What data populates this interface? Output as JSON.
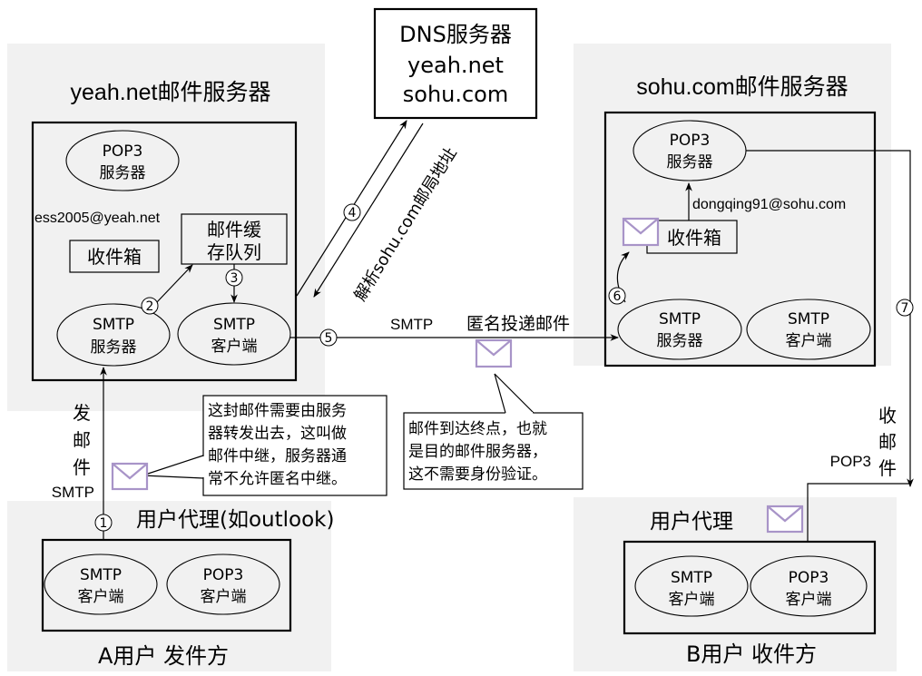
{
  "colors": {
    "zone_background": "#f1f1f1",
    "envelope_stroke": "#a894c8",
    "line": "#000000"
  },
  "dns_server": {
    "title": "DNS服务器",
    "entries": [
      "yeah.net",
      "sohu.com"
    ]
  },
  "sender_server": {
    "title": "yeah.net邮件服务器",
    "pop3_server": {
      "line1": "POP3",
      "line2": "服务器"
    },
    "mailbox_address": "ess2005@yeah.net",
    "inbox_label": "收件箱",
    "queue": {
      "line1": "邮件缓",
      "line2": "存队列"
    },
    "smtp_server": {
      "line1": "SMTP",
      "line2": "服务器"
    },
    "smtp_client": {
      "line1": "SMTP",
      "line2": "客户端"
    }
  },
  "receiver_server": {
    "title": "sohu.com邮件服务器",
    "pop3_server": {
      "line1": "POP3",
      "line2": "服务器"
    },
    "mailbox_address": "dongqing91@sohu.com",
    "inbox_label": "收件箱",
    "smtp_server": {
      "line1": "SMTP",
      "line2": "服务器"
    },
    "smtp_client": {
      "line1": "SMTP",
      "line2": "客户端"
    }
  },
  "sender_agent": {
    "title": "用户代理(如outlook)",
    "caption": "A用户 发件方",
    "smtp_client": {
      "line1": "SMTP",
      "line2": "客户端"
    },
    "pop3_client": {
      "line1": "POP3",
      "line2": "客户端"
    }
  },
  "receiver_agent": {
    "title": "用户代理",
    "caption": "B用户 收件方",
    "smtp_client": {
      "line1": "SMTP",
      "line2": "客户端"
    },
    "pop3_client": {
      "line1": "POP3",
      "line2": "客户端"
    }
  },
  "steps": [
    "1",
    "2",
    "3",
    "4",
    "5",
    "6",
    "7"
  ],
  "labels": {
    "send_mail_chars": [
      "发",
      "邮",
      "件"
    ],
    "send_protocol": "SMTP",
    "dns_resolve": "解析sohu.com邮局地址",
    "relay_protocol": "SMTP",
    "relay_desc": "匿名投递邮件",
    "receive_mail_chars": [
      "收",
      "邮",
      "件"
    ],
    "receive_protocol": "POP3"
  },
  "notes": {
    "relay_note": [
      "这封邮件需要由服务",
      "器转发出去，这叫做",
      "邮件中继，服务器通",
      "常不允许匿名中继。"
    ],
    "destination_note": [
      "邮件到达终点，也就",
      "是目的邮件服务器，",
      "这不需要身份验证。"
    ]
  }
}
